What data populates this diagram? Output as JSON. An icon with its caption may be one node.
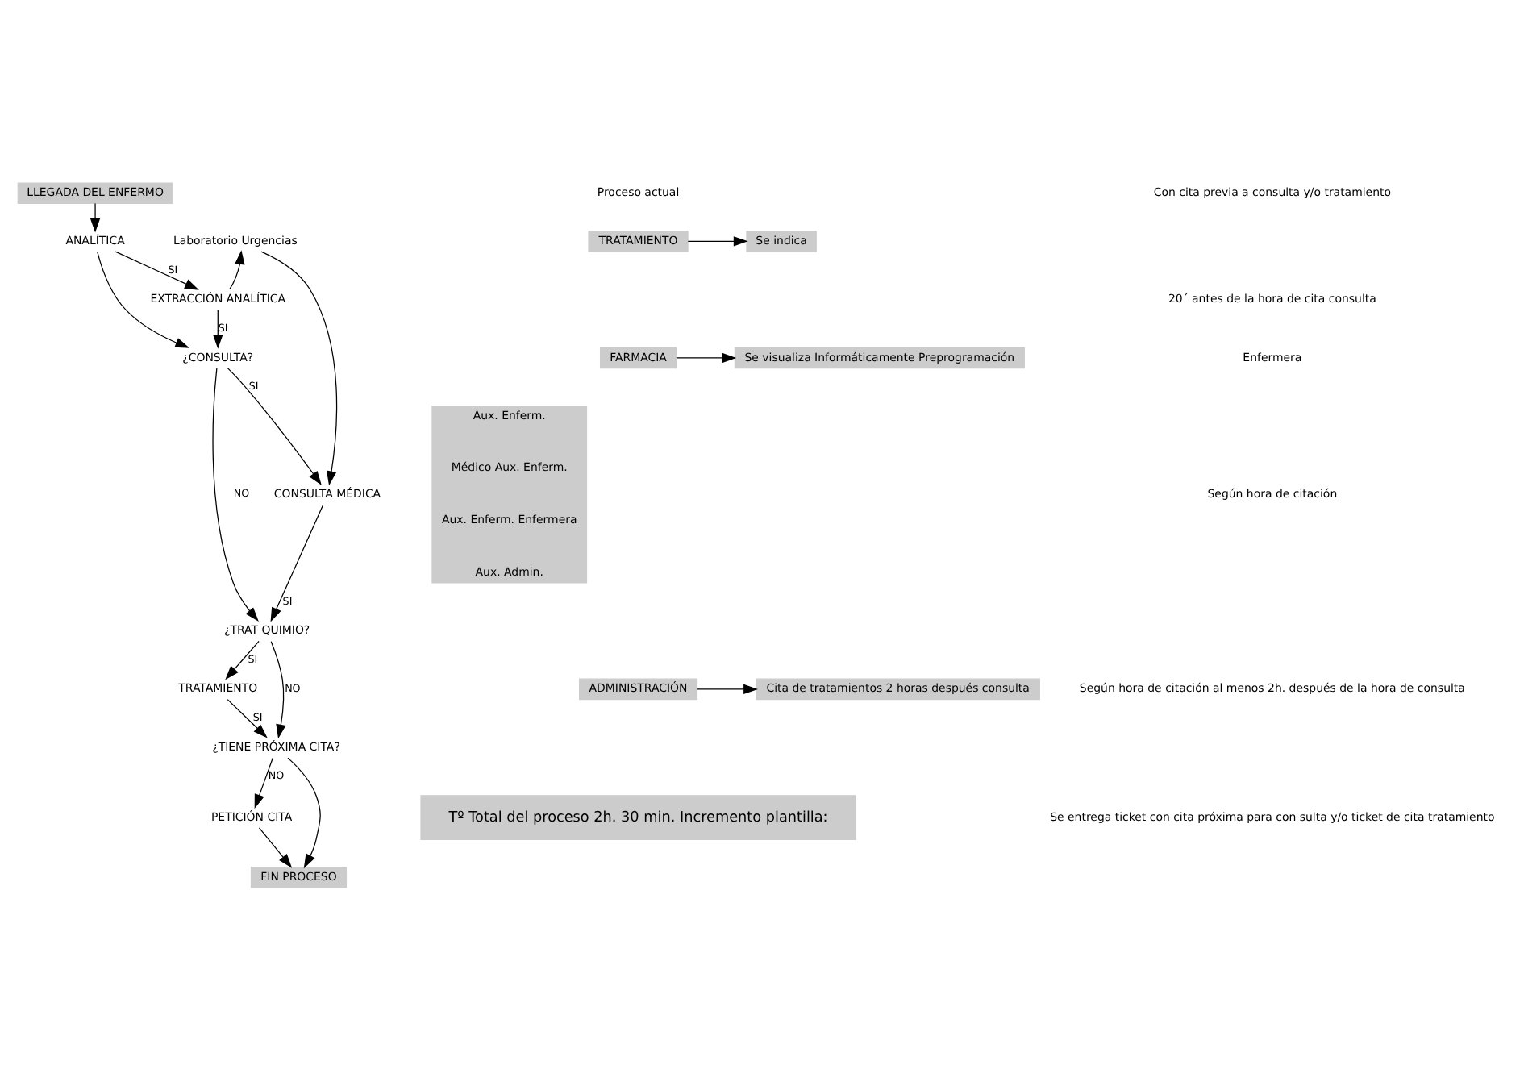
{
  "diagram": {
    "nodes": [
      {
        "text": [
          "LLEGADA DEL ENFERMO"
        ]
      },
      {
        "text": [
          "ANALÍTICA"
        ]
      },
      {
        "text": [
          "Laboratorio Urgencias"
        ]
      },
      {
        "text": [
          "EXTRACCIÓN ANALÍTICA"
        ]
      },
      {
        "text": [
          "¿CONSULTA?"
        ]
      },
      {
        "text": [
          "CONSULTA MÉDICA"
        ]
      },
      {
        "text": [
          "¿TRAT QUIMIO?"
        ]
      },
      {
        "text": [
          "TRATAMIENTO"
        ]
      },
      {
        "text": [
          "¿TIENE PRÓXIMA CITA?"
        ]
      },
      {
        "text": [
          "PETICIÓN CITA"
        ]
      },
      {
        "text": [
          "FIN PROCESO"
        ]
      },
      {
        "text": [
          "Aux. Enferm.",
          "Médico Aux. Enferm.",
          "Aux. Enferm. Enfermera",
          "Aux. Admin."
        ]
      },
      {
        "text": [
          "TRATAMIENTO"
        ]
      },
      {
        "text": [
          "Se indica"
        ]
      },
      {
        "text": [
          "FARMACIA"
        ]
      },
      {
        "text": [
          "Se visualiza Informáticamente Preprogramación"
        ]
      },
      {
        "text": [
          "ADMINISTRACIÓN"
        ]
      },
      {
        "text": [
          "Cita de tratamientos 2 horas después consulta"
        ]
      },
      {
        "text": [
          "Tº Total del proceso 2h. 30 min. Incremento plantilla:"
        ]
      }
    ],
    "edges": [
      {
        "from": 0,
        "to": 1,
        "arrow": "to"
      },
      {
        "from": 1,
        "to": 3,
        "arrow": "to",
        "label": "SI"
      },
      {
        "from": 3,
        "to": 2,
        "arrow": "to"
      },
      {
        "from": 1,
        "to": 4,
        "arrow": "to"
      },
      {
        "from": 3,
        "to": 4,
        "arrow": "to",
        "label": "SI"
      },
      {
        "from": 4,
        "to": 5,
        "arrow": "to",
        "label": "SI"
      },
      {
        "from": 4,
        "to": 6,
        "arrow": "to",
        "label": "NO"
      },
      {
        "from": 2,
        "to": 5,
        "arrow": "to"
      },
      {
        "from": 5,
        "to": 6,
        "arrow": "to",
        "label": "SI"
      },
      {
        "from": 6,
        "to": 7,
        "arrow": "to",
        "label": "SI"
      },
      {
        "from": 6,
        "to": 8,
        "arrow": "to",
        "label": "NO"
      },
      {
        "from": 7,
        "to": 8,
        "arrow": "to",
        "label": "SI"
      },
      {
        "from": 8,
        "to": 9,
        "arrow": "to",
        "label": "NO"
      },
      {
        "from": 8,
        "to": 10,
        "arrow": "to"
      },
      {
        "from": 9,
        "to": 10,
        "arrow": "to"
      },
      {
        "from": 12,
        "to": 13,
        "arrow": "to"
      },
      {
        "from": 14,
        "to": 15,
        "arrow": "to"
      },
      {
        "from": 16,
        "to": 17,
        "arrow": "to"
      }
    ],
    "labels": [
      "Con cita previa a consulta y/o tratamiento",
      "Proceso actual",
      "20´ antes de la hora de cita consulta",
      "Enfermera",
      "Según hora de citación",
      "Según hora de citación al menos 2h. después de la hora de consulta",
      "Se entrega ticket con cita próxima para con sulta y/o ticket de cita tratamiento"
    ]
  }
}
